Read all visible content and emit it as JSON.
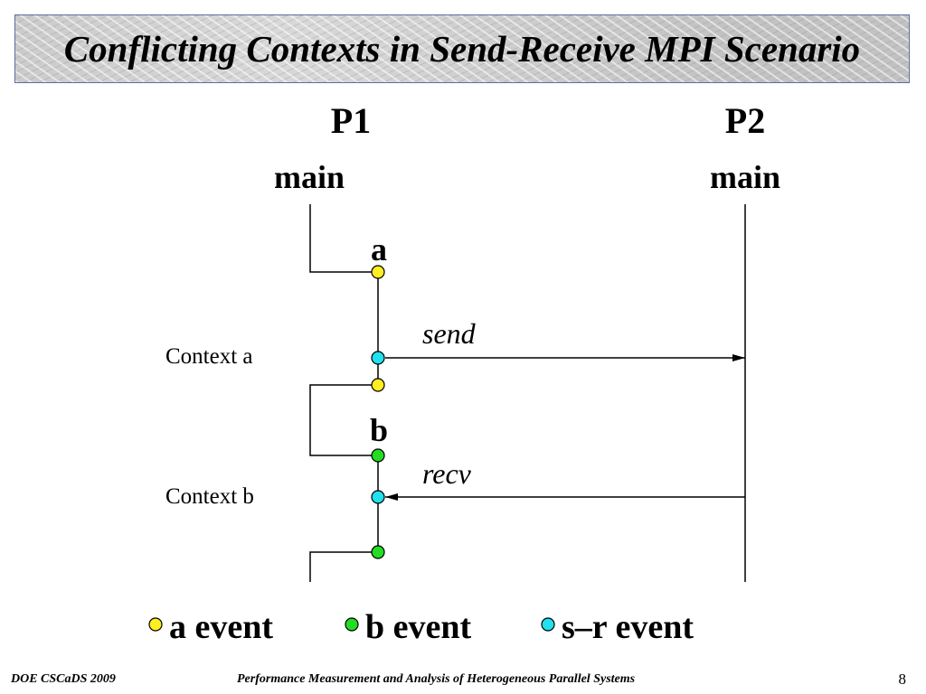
{
  "slide": {
    "title": "Conflicting Contexts in Send-Receive MPI Scenario",
    "page_number": "8"
  },
  "footer": {
    "left": "DOE CSCaDS 2009",
    "center": "Performance Measurement and Analysis of Heterogeneous Parallel Systems"
  },
  "diagram": {
    "p1_label": "P1",
    "p2_label": "P2",
    "p1_func": "main",
    "p2_func": "main",
    "region_a": "a",
    "region_b": "b",
    "send_label": "send",
    "recv_label": "recv",
    "context_a": "Context a",
    "context_b": "Context b"
  },
  "legend": {
    "a_event": "a event",
    "b_event": "b event",
    "sr_event": "s–r event"
  },
  "colors": {
    "a_event": "#ffee22",
    "b_event": "#22dd22",
    "sr_event": "#22e0ee"
  }
}
